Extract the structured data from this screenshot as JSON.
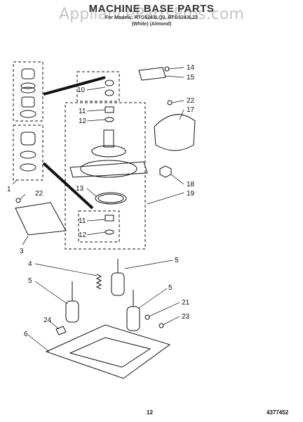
{
  "title": "MACHINE BASE PARTS",
  "subtitle": "For Models: RTG5243LQ3, RTG5243LZ3",
  "variants": "(White)  (Almond)",
  "watermark": "AppliancePartsPros.com",
  "page_number": "12",
  "document_number": "4377452",
  "callouts": [
    "1",
    "22",
    "3",
    "10",
    "11",
    "12",
    "14",
    "15",
    "22",
    "17",
    "18",
    "19",
    "13",
    "11",
    "12",
    "4",
    "5",
    "5",
    "5",
    "21",
    "23",
    "6",
    "24"
  ],
  "colors": {
    "ink": "#111111",
    "watermark": "#969696",
    "background": "#ffffff"
  }
}
